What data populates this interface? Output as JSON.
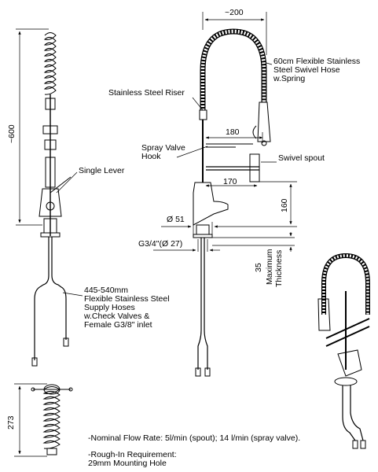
{
  "dimensions": {
    "width_top": "~200",
    "height_total": "~600",
    "spray_hook_reach": "180",
    "spout_reach": "170",
    "spout_height": "160",
    "base_diameter": "Ø 51",
    "thread": "G3/4\"(Ø 27)",
    "max_thickness_value": "35",
    "max_thickness_word1": "Maximum",
    "max_thickness_word2": "Thickness",
    "bottom_width": "273"
  },
  "labels": {
    "hose": [
      "60cm Flexible Stainless",
      "Steel Swivel Hose",
      "w.Spring"
    ],
    "riser": "Stainless Steel Riser",
    "spray_hook": [
      "Spray Valve",
      "Hook"
    ],
    "swivel_spout": "Swivel spout",
    "single_lever": "Single Lever",
    "supply_hoses": [
      "445-540mm",
      "Flexible Stainless Steel",
      "Supply Hoses",
      "w.Check Valves &",
      "Female G3/8\" inlet"
    ]
  },
  "notes": {
    "flow_rate": "-Nominal Flow Rate: 5l/min (spout); 14 l/min (spray valve).",
    "rough_in_1": "-Rough-In Requirement:",
    "rough_in_2": "29mm Mounting Hole"
  }
}
